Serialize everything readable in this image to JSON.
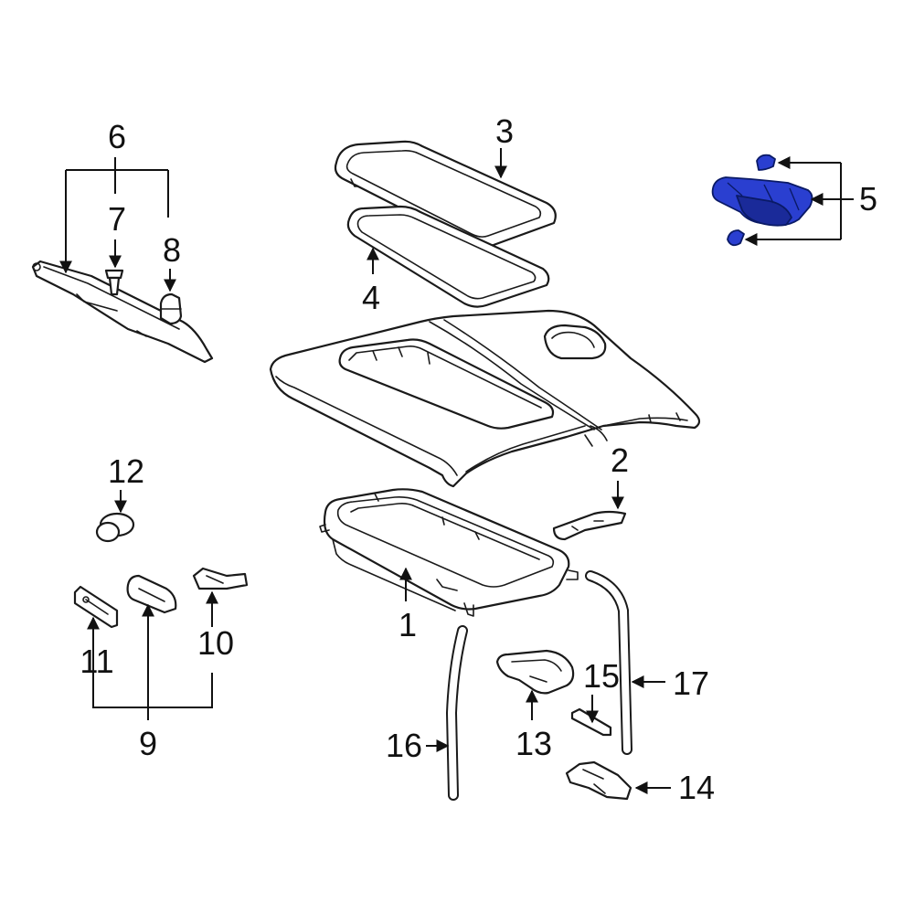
{
  "colors": {
    "highlight": "#2a3fd0",
    "highlight_dark": "#1a2a99",
    "line": "#1a1a1a",
    "background": "#ffffff"
  },
  "callouts": [
    {
      "id": "1",
      "label": "1"
    },
    {
      "id": "2",
      "label": "2"
    },
    {
      "id": "3",
      "label": "3"
    },
    {
      "id": "4",
      "label": "4"
    },
    {
      "id": "5",
      "label": "5"
    },
    {
      "id": "6",
      "label": "6"
    },
    {
      "id": "7",
      "label": "7"
    },
    {
      "id": "8",
      "label": "8"
    },
    {
      "id": "9",
      "label": "9"
    },
    {
      "id": "10",
      "label": "10"
    },
    {
      "id": "11",
      "label": "11"
    },
    {
      "id": "12",
      "label": "12"
    },
    {
      "id": "13",
      "label": "13"
    },
    {
      "id": "14",
      "label": "14"
    },
    {
      "id": "15",
      "label": "15"
    },
    {
      "id": "16",
      "label": "16"
    },
    {
      "id": "17",
      "label": "17"
    }
  ]
}
